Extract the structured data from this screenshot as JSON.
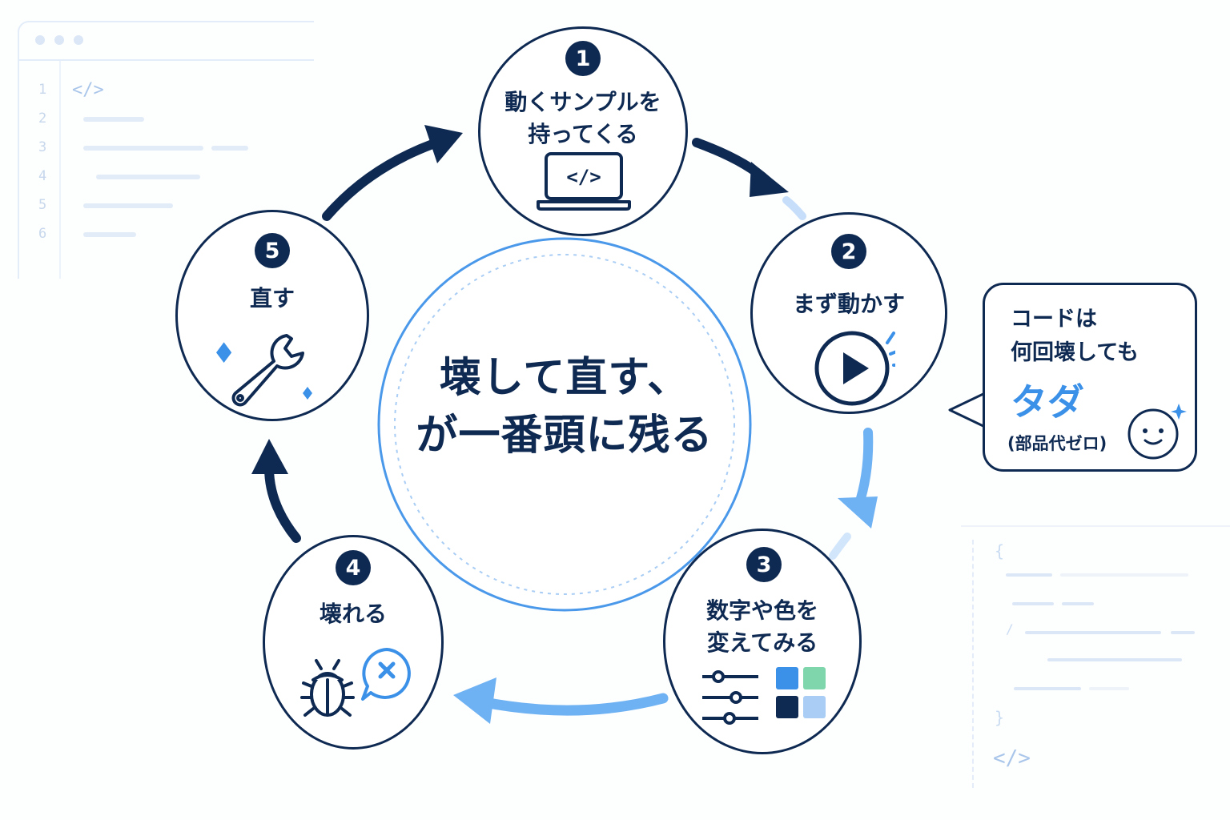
{
  "colors": {
    "navy": "#0f2a52",
    "blue": "#3b90e8",
    "light_blue": "#6eb2f3",
    "pale_blue": "#c6defa",
    "green": "#7fd6ad"
  },
  "center": {
    "line1": "壊して直す、",
    "line2": "が一番頭に残る"
  },
  "steps": [
    {
      "number": "1",
      "line1": "動くサンプルを",
      "line2": "持ってくる",
      "icon": "laptop-code-icon",
      "icon_text": "</>"
    },
    {
      "number": "2",
      "line1": "まず動かす",
      "icon": "play-icon"
    },
    {
      "number": "3",
      "line1": "数字や色を",
      "line2": "変えてみる",
      "icon": "sliders-and-swatches-icon"
    },
    {
      "number": "4",
      "line1": "壊れる",
      "icon": "bug-error-icon"
    },
    {
      "number": "5",
      "line1": "直す",
      "icon": "wrench-sparkle-icon"
    }
  ],
  "bubble": {
    "line1": "コードは",
    "line2": "何回壊しても",
    "highlight": "タダ",
    "note": "(部品代ゼロ)",
    "icon": "smiley-face-icon"
  },
  "decor": {
    "line_numbers": [
      "1",
      "2",
      "3",
      "4",
      "5",
      "6"
    ],
    "code_tag": "</>",
    "brace_open": "{",
    "brace_close": "}",
    "slash": "/"
  }
}
